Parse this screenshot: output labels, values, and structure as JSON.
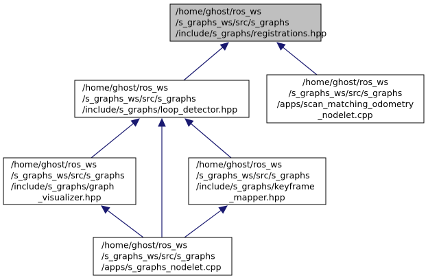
{
  "diagram": {
    "colors": {
      "highlight_fill": "#bfbfbf",
      "node_fill": "#ffffff",
      "border": "#000000",
      "edge": "#191970"
    },
    "nodes": {
      "registrations": {
        "lines": [
          "/home/ghost/ros_ws",
          "/s_graphs_ws/src/s_graphs",
          "/include/s_graphs/registrations.hpp"
        ],
        "highlighted": true
      },
      "loop_detector": {
        "lines": [
          "/home/ghost/ros_ws",
          "/s_graphs_ws/src/s_graphs",
          "/include/s_graphs/loop_detector.hpp"
        ]
      },
      "scan_matching": {
        "lines": [
          "/home/ghost/ros_ws",
          "/s_graphs_ws/src/s_graphs",
          "/apps/scan_matching_odometry",
          "_nodelet.cpp"
        ]
      },
      "graph_visualizer": {
        "lines": [
          "/home/ghost/ros_ws",
          "/s_graphs_ws/src/s_graphs",
          "/include/s_graphs/graph",
          "_visualizer.hpp"
        ]
      },
      "keyframe_mapper": {
        "lines": [
          "/home/ghost/ros_ws",
          "/s_graphs_ws/src/s_graphs",
          "/include/s_graphs/keyframe",
          "_mapper.hpp"
        ]
      },
      "s_graphs_nodelet": {
        "lines": [
          "/home/ghost/ros_ws",
          "/s_graphs_ws/src/s_graphs",
          "/apps/s_graphs_nodelet.cpp"
        ]
      }
    },
    "edges": [
      {
        "from": "loop_detector",
        "to": "registrations"
      },
      {
        "from": "scan_matching",
        "to": "registrations"
      },
      {
        "from": "graph_visualizer",
        "to": "loop_detector"
      },
      {
        "from": "s_graphs_nodelet",
        "to": "loop_detector"
      },
      {
        "from": "keyframe_mapper",
        "to": "loop_detector"
      },
      {
        "from": "s_graphs_nodelet",
        "to": "graph_visualizer"
      },
      {
        "from": "s_graphs_nodelet",
        "to": "keyframe_mapper"
      }
    ]
  }
}
